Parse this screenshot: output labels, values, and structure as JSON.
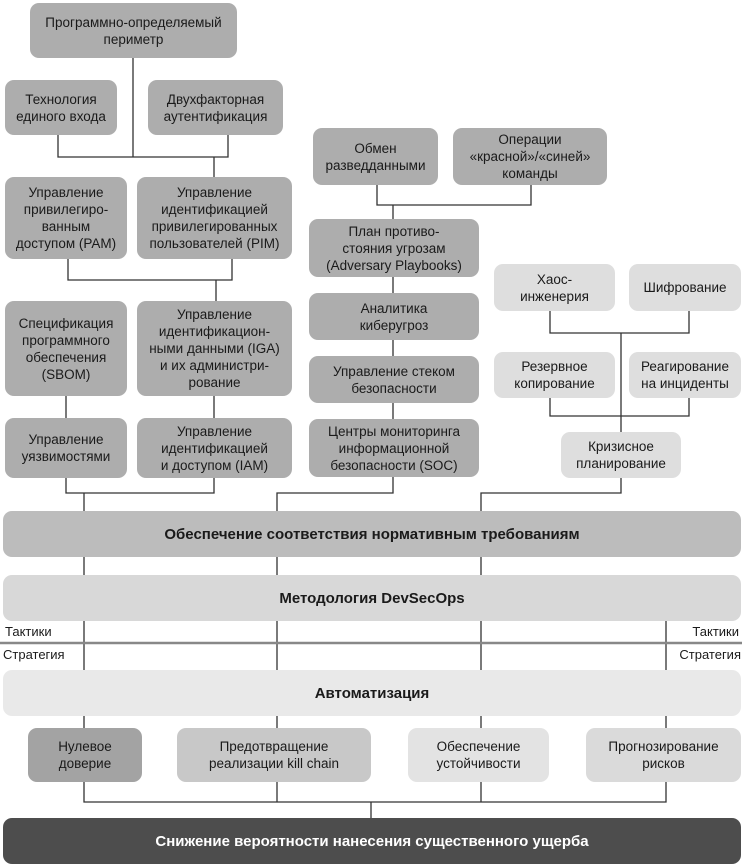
{
  "nodes": {
    "sdp": "Программно-определяемый\nпериметр",
    "sso": "Технология\nединого входа",
    "mfa": "Двухфакторная\nаутентификация",
    "pam": "Управление\nпривилегиро-\nванным\nдоступом (PAM)",
    "pim": "Управление\nидентификацией\nпривилегированных\nпользователей (PIM)",
    "sbom": "Спецификация\nпрограммного\nобеспечения\n(SBOM)",
    "iga": "Управление\nидентификацион-\nными данными (IGA)\nи их администри-\nрование",
    "vuln": "Управление\nуязвимостями",
    "iam": "Управление\nидентификацией\nи доступом (IAM)",
    "intel": "Обмен\nразведданными",
    "redblue": "Операции\n«красной»/«синей»\nкоманды",
    "playbooks": "План противо-\nстояния угрозам\n(Adversary Playbooks)",
    "analytics": "Аналитика\nкиберугроз",
    "stack": "Управление стеком\nбезопасности",
    "soc": "Центры мониторинга\nинформационной\nбезопасности (SOC)",
    "chaos": "Хаос-\nинженерия",
    "encryption": "Шифрование",
    "backup": "Резервное\nкопирование",
    "incident": "Реагирование\nна инциденты",
    "crisis": "Кризисное\nпланирование"
  },
  "bands": {
    "compliance": "Обеспечение соответствия нормативным требованиям",
    "devsecops": "Методология DevSecOps",
    "automation": "Автоматизация",
    "goal": "Снижение вероятности нанесения существенного ущерба"
  },
  "divider": {
    "tactics": "Тактики",
    "strategy": "Стратегия"
  },
  "pillars": {
    "zero_trust": "Нулевое\nдоверие",
    "kill_chain": "Предотвращение\nреализации kill chain",
    "resilience": "Обеспечение\nустойчивости",
    "risk": "Прогнозирование\nрисков"
  }
}
